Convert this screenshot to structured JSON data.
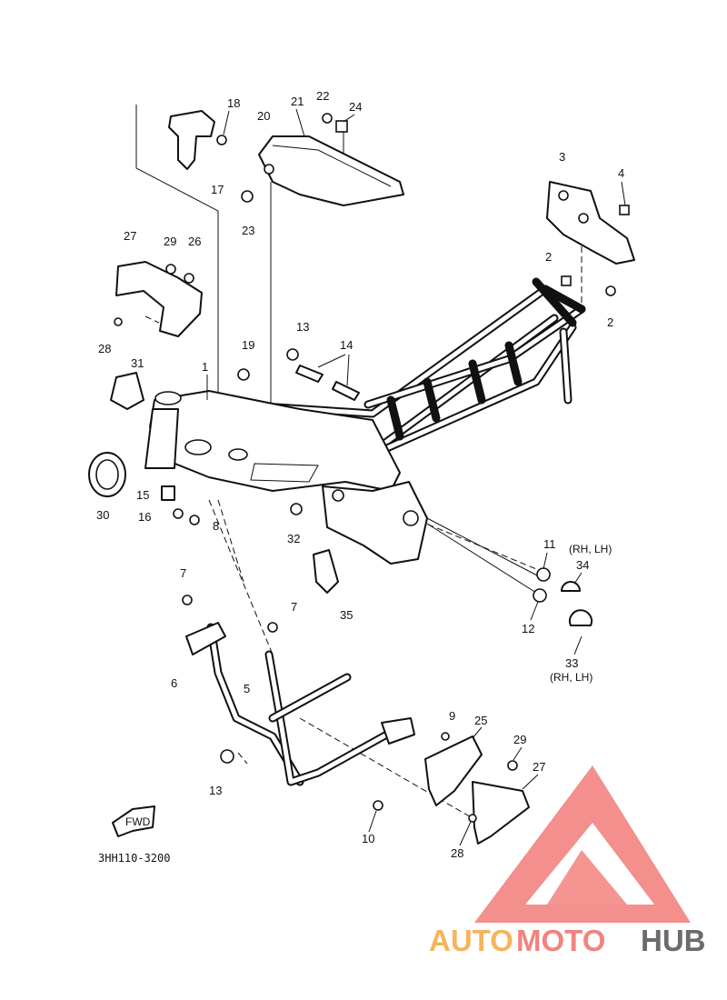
{
  "diagram": {
    "code": "3HH110-3200",
    "fwd_label": "FWD",
    "side_note_top": "(RH, LH)",
    "side_note_bottom": "(RH, LH)",
    "callouts": [
      {
        "key": "18",
        "text": "18"
      },
      {
        "key": "21",
        "text": "21"
      },
      {
        "key": "22",
        "text": "22"
      },
      {
        "key": "24",
        "text": "24"
      },
      {
        "key": "20",
        "text": "20"
      },
      {
        "key": "17",
        "text": "17"
      },
      {
        "key": "23",
        "text": "23"
      },
      {
        "key": "3",
        "text": "3"
      },
      {
        "key": "4",
        "text": "4"
      },
      {
        "key": "2a",
        "text": "2"
      },
      {
        "key": "2b",
        "text": "2"
      },
      {
        "key": "27a",
        "text": "27"
      },
      {
        "key": "29a",
        "text": "29"
      },
      {
        "key": "26",
        "text": "26"
      },
      {
        "key": "28a",
        "text": "28"
      },
      {
        "key": "13a",
        "text": "13"
      },
      {
        "key": "14",
        "text": "14"
      },
      {
        "key": "19",
        "text": "19"
      },
      {
        "key": "31",
        "text": "31"
      },
      {
        "key": "1",
        "text": "1"
      },
      {
        "key": "30",
        "text": "30"
      },
      {
        "key": "15",
        "text": "15"
      },
      {
        "key": "16",
        "text": "16"
      },
      {
        "key": "8",
        "text": "8"
      },
      {
        "key": "32",
        "text": "32"
      },
      {
        "key": "11",
        "text": "11"
      },
      {
        "key": "34",
        "text": "34"
      },
      {
        "key": "12",
        "text": "12"
      },
      {
        "key": "33",
        "text": "33"
      },
      {
        "key": "35",
        "text": "35"
      },
      {
        "key": "7a",
        "text": "7"
      },
      {
        "key": "7b",
        "text": "7"
      },
      {
        "key": "6",
        "text": "6"
      },
      {
        "key": "5",
        "text": "5"
      },
      {
        "key": "9",
        "text": "9"
      },
      {
        "key": "25",
        "text": "25"
      },
      {
        "key": "29b",
        "text": "29"
      },
      {
        "key": "27b",
        "text": "27"
      },
      {
        "key": "13b",
        "text": "13"
      },
      {
        "key": "10",
        "text": "10"
      },
      {
        "key": "28b",
        "text": "28"
      }
    ]
  },
  "watermark": {
    "brand_part1": "AUTO",
    "brand_part2": "MOTO",
    "brand_part3": "HUB",
    "color_primary": "#f2837f",
    "color_secondary": "#f6b45c",
    "color_dark": "#6b6b6b"
  }
}
